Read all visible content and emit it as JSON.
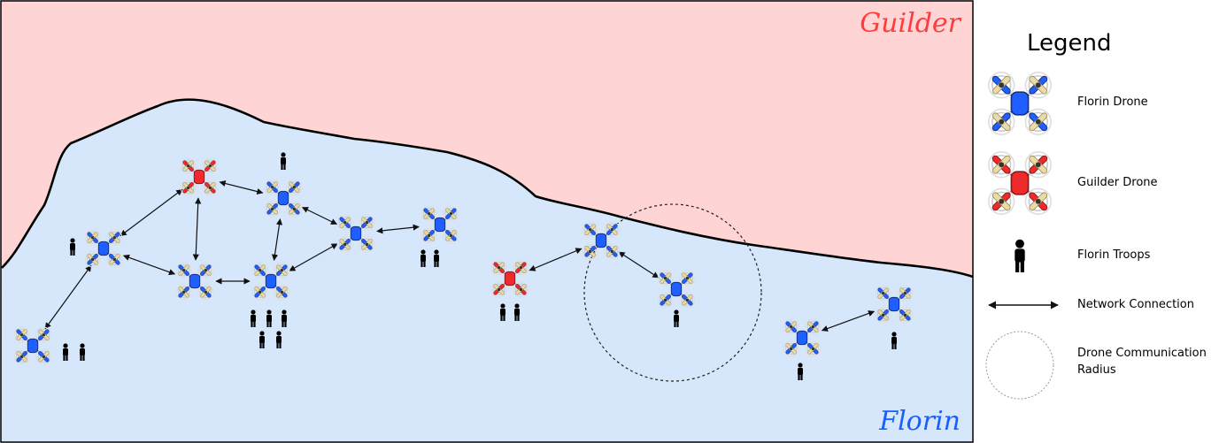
{
  "regions": {
    "north": {
      "label": "Guilder",
      "color": "#ff3b3b",
      "fill": "#ffd4d4"
    },
    "south": {
      "label": "Florin",
      "color": "#1560ff",
      "fill": "#d6e6fb"
    }
  },
  "legend": {
    "title": "Legend",
    "items": [
      {
        "id": "florin-drone",
        "label": "Florin Drone"
      },
      {
        "id": "guilder-drone",
        "label": "Guilder Drone"
      },
      {
        "id": "florin-troops",
        "label": "Florin Troops"
      },
      {
        "id": "network-connection",
        "label": "Network Connection"
      },
      {
        "id": "comm-radius",
        "label": "Drone Communication Radius"
      }
    ]
  },
  "drone_colors": {
    "florin": "#1f5fff",
    "guilder": "#ee2a2a"
  },
  "drones": [
    {
      "id": "d1",
      "side": "florin",
      "troops": 2
    },
    {
      "id": "d2",
      "side": "florin",
      "troops": 1
    },
    {
      "id": "d3",
      "side": "guilder",
      "troops": 0
    },
    {
      "id": "d4",
      "side": "florin",
      "troops": 0
    },
    {
      "id": "d5",
      "side": "florin",
      "troops": 1
    },
    {
      "id": "d6",
      "side": "florin",
      "troops": 5
    },
    {
      "id": "d7",
      "side": "florin",
      "troops": 0
    },
    {
      "id": "d8",
      "side": "florin",
      "troops": 2
    },
    {
      "id": "d9",
      "side": "guilder",
      "troops": 2
    },
    {
      "id": "d10",
      "side": "florin",
      "troops": 0
    },
    {
      "id": "d11",
      "side": "florin",
      "troops": 1
    },
    {
      "id": "d12",
      "side": "florin",
      "troops": 1
    },
    {
      "id": "d13",
      "side": "florin",
      "troops": 1
    }
  ],
  "connections": [
    [
      "d1",
      "d2"
    ],
    [
      "d2",
      "d3"
    ],
    [
      "d2",
      "d4"
    ],
    [
      "d3",
      "d4"
    ],
    [
      "d3",
      "d5"
    ],
    [
      "d4",
      "d6"
    ],
    [
      "d5",
      "d6"
    ],
    [
      "d5",
      "d7"
    ],
    [
      "d6",
      "d7"
    ],
    [
      "d7",
      "d8"
    ],
    [
      "d9",
      "d10"
    ],
    [
      "d10",
      "d11"
    ],
    [
      "d12",
      "d13"
    ]
  ],
  "comm_radius_drone": "d10"
}
